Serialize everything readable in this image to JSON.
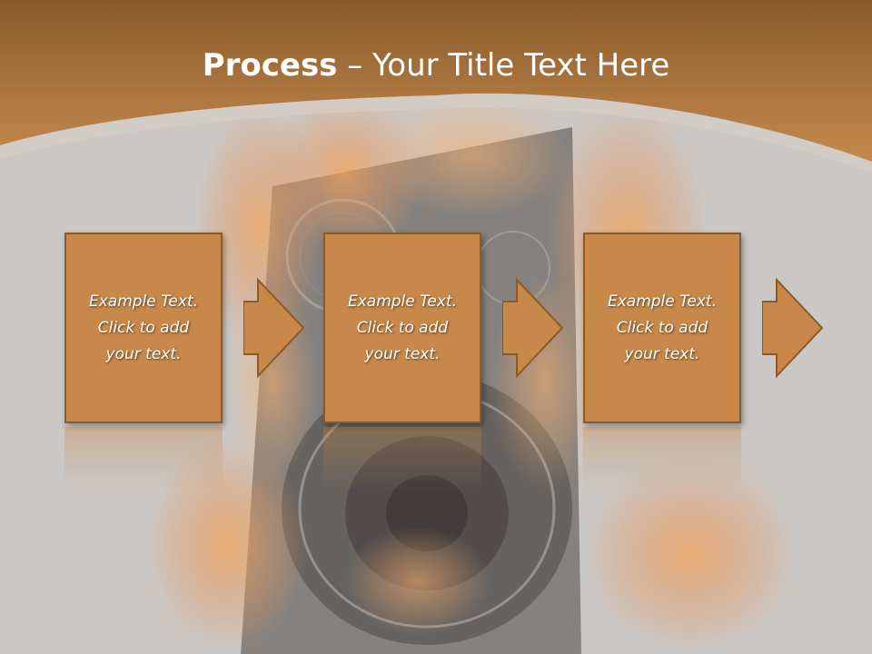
{
  "title": {
    "bold": "Process",
    "rest": " – Your Title Text Here"
  },
  "steps": [
    {
      "text": "Example Text.\nClick  to add\nyour text."
    },
    {
      "text": "Example Text.\nClick  to add\nyour text."
    },
    {
      "text": "Example Text.\nClick  to add\nyour text."
    }
  ],
  "colors": {
    "header_band": "#b97a3e",
    "box_fill": "#c7884a",
    "box_border": "#8a5a2b",
    "background": "#cbc7c4"
  }
}
